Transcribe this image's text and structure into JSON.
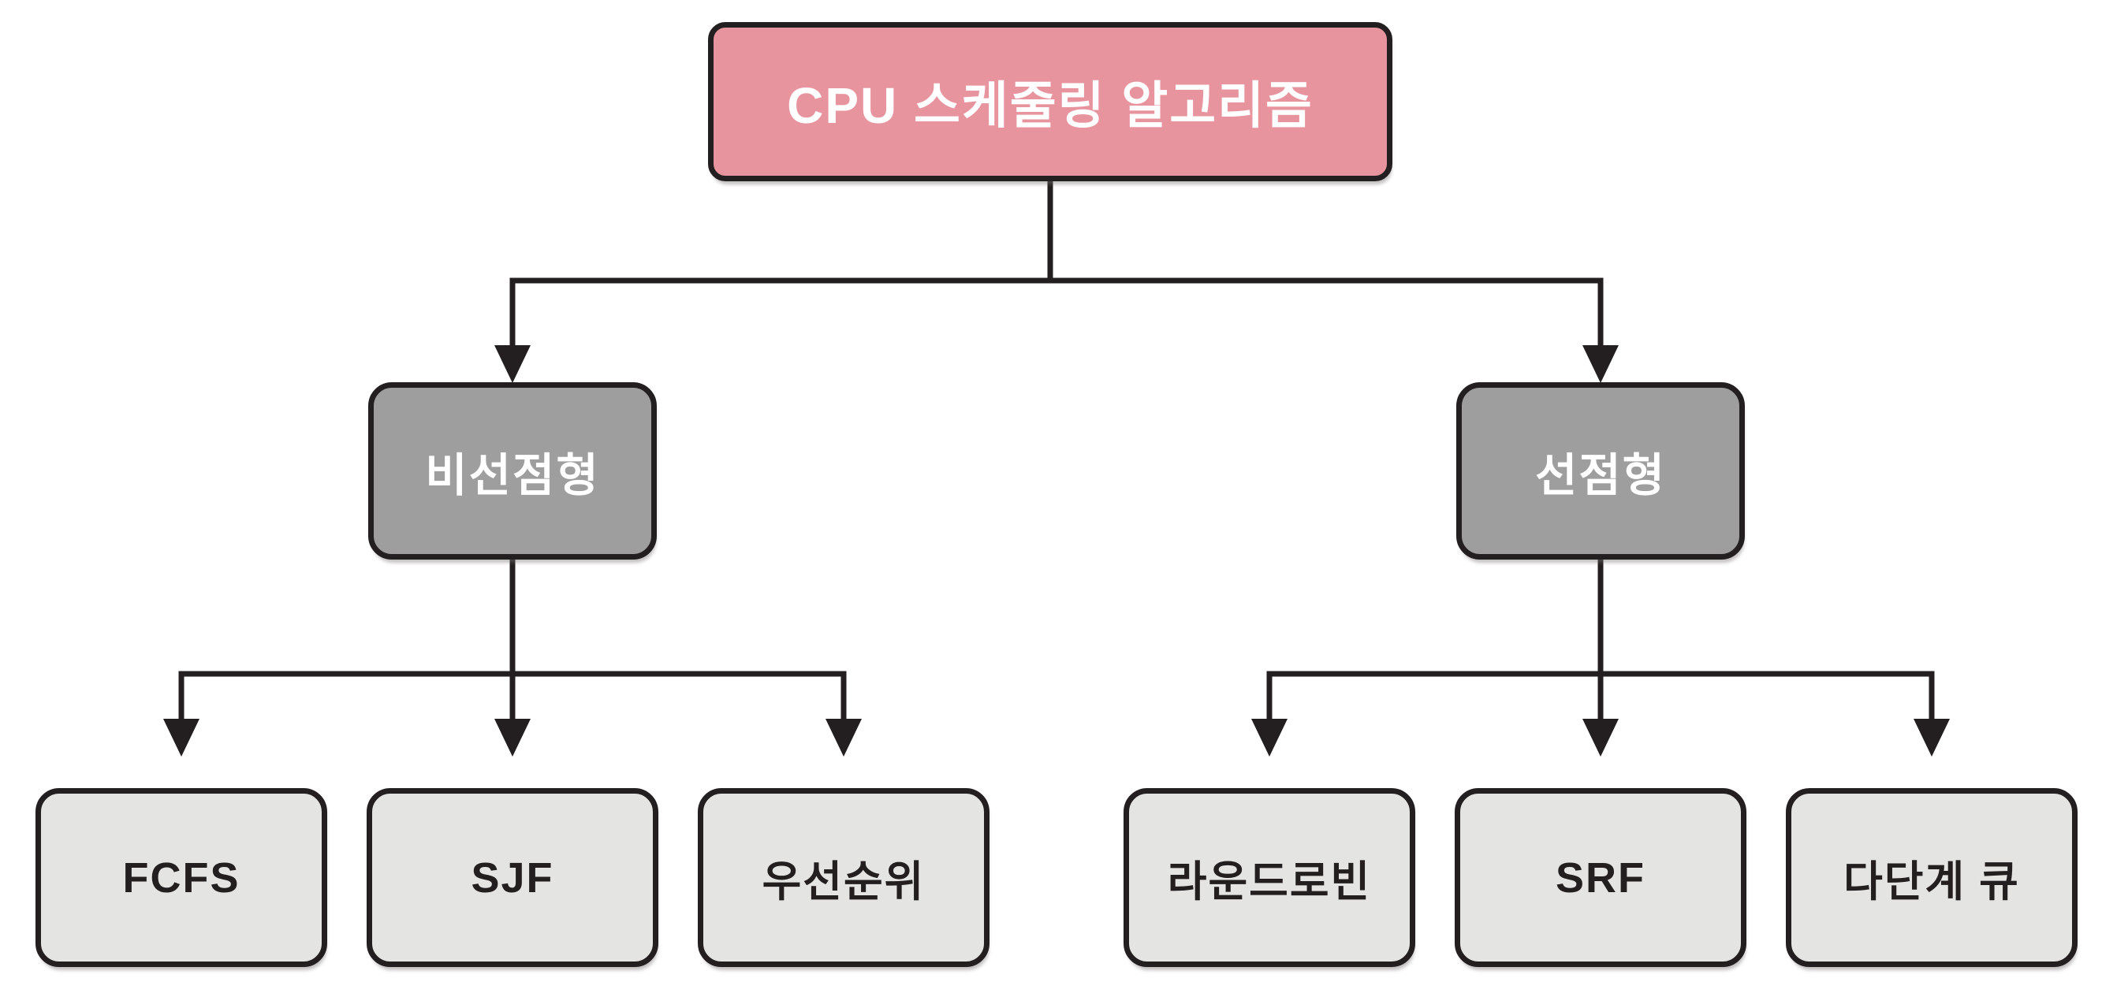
{
  "diagram": {
    "title": "CPU 스케줄링 알고리즘",
    "root": {
      "label": "CPU 스케줄링 알고리즘"
    },
    "branches": [
      {
        "label": "비선점형",
        "children": [
          "FCFS",
          "SJF",
          "우선순위"
        ]
      },
      {
        "label": "선점형",
        "children": [
          "라운드로빈",
          "SRF",
          "다단계 큐"
        ]
      }
    ],
    "colors": {
      "root_fill": "#e8949e",
      "branch_fill": "#9e9e9e",
      "leaf_fill": "#e4e4e2",
      "border_and_lines": "#231f20",
      "text_on_dark": "#ffffff",
      "text_on_light": "#231f20",
      "background": "#ffffff"
    }
  }
}
